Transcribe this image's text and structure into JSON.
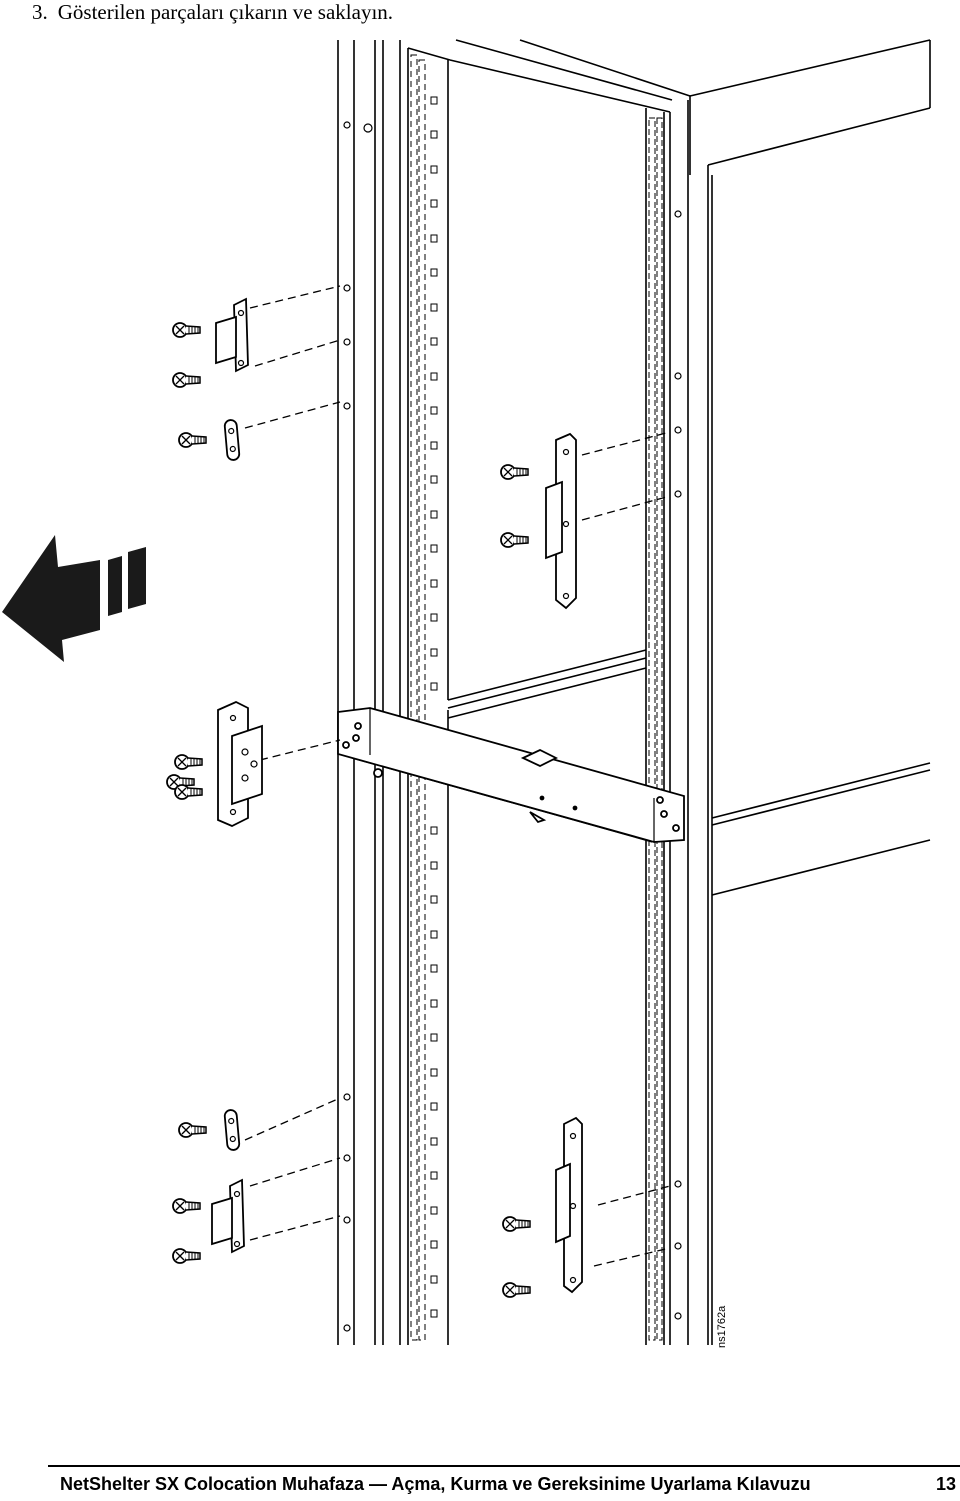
{
  "instruction": {
    "number": "3.",
    "text": "Gösterilen parçaları çıkarın ve saklayın."
  },
  "figure": {
    "code": "ns1762a",
    "parts": [
      "bracket-icon",
      "screw-icon",
      "spacer-icon",
      "arrow-left-icon"
    ]
  },
  "footer": {
    "title": "NetShelter SX Colocation Muhafaza — Açma, Kurma ve Gereksinime Uyarlama Kılavuzu",
    "page": "13"
  }
}
